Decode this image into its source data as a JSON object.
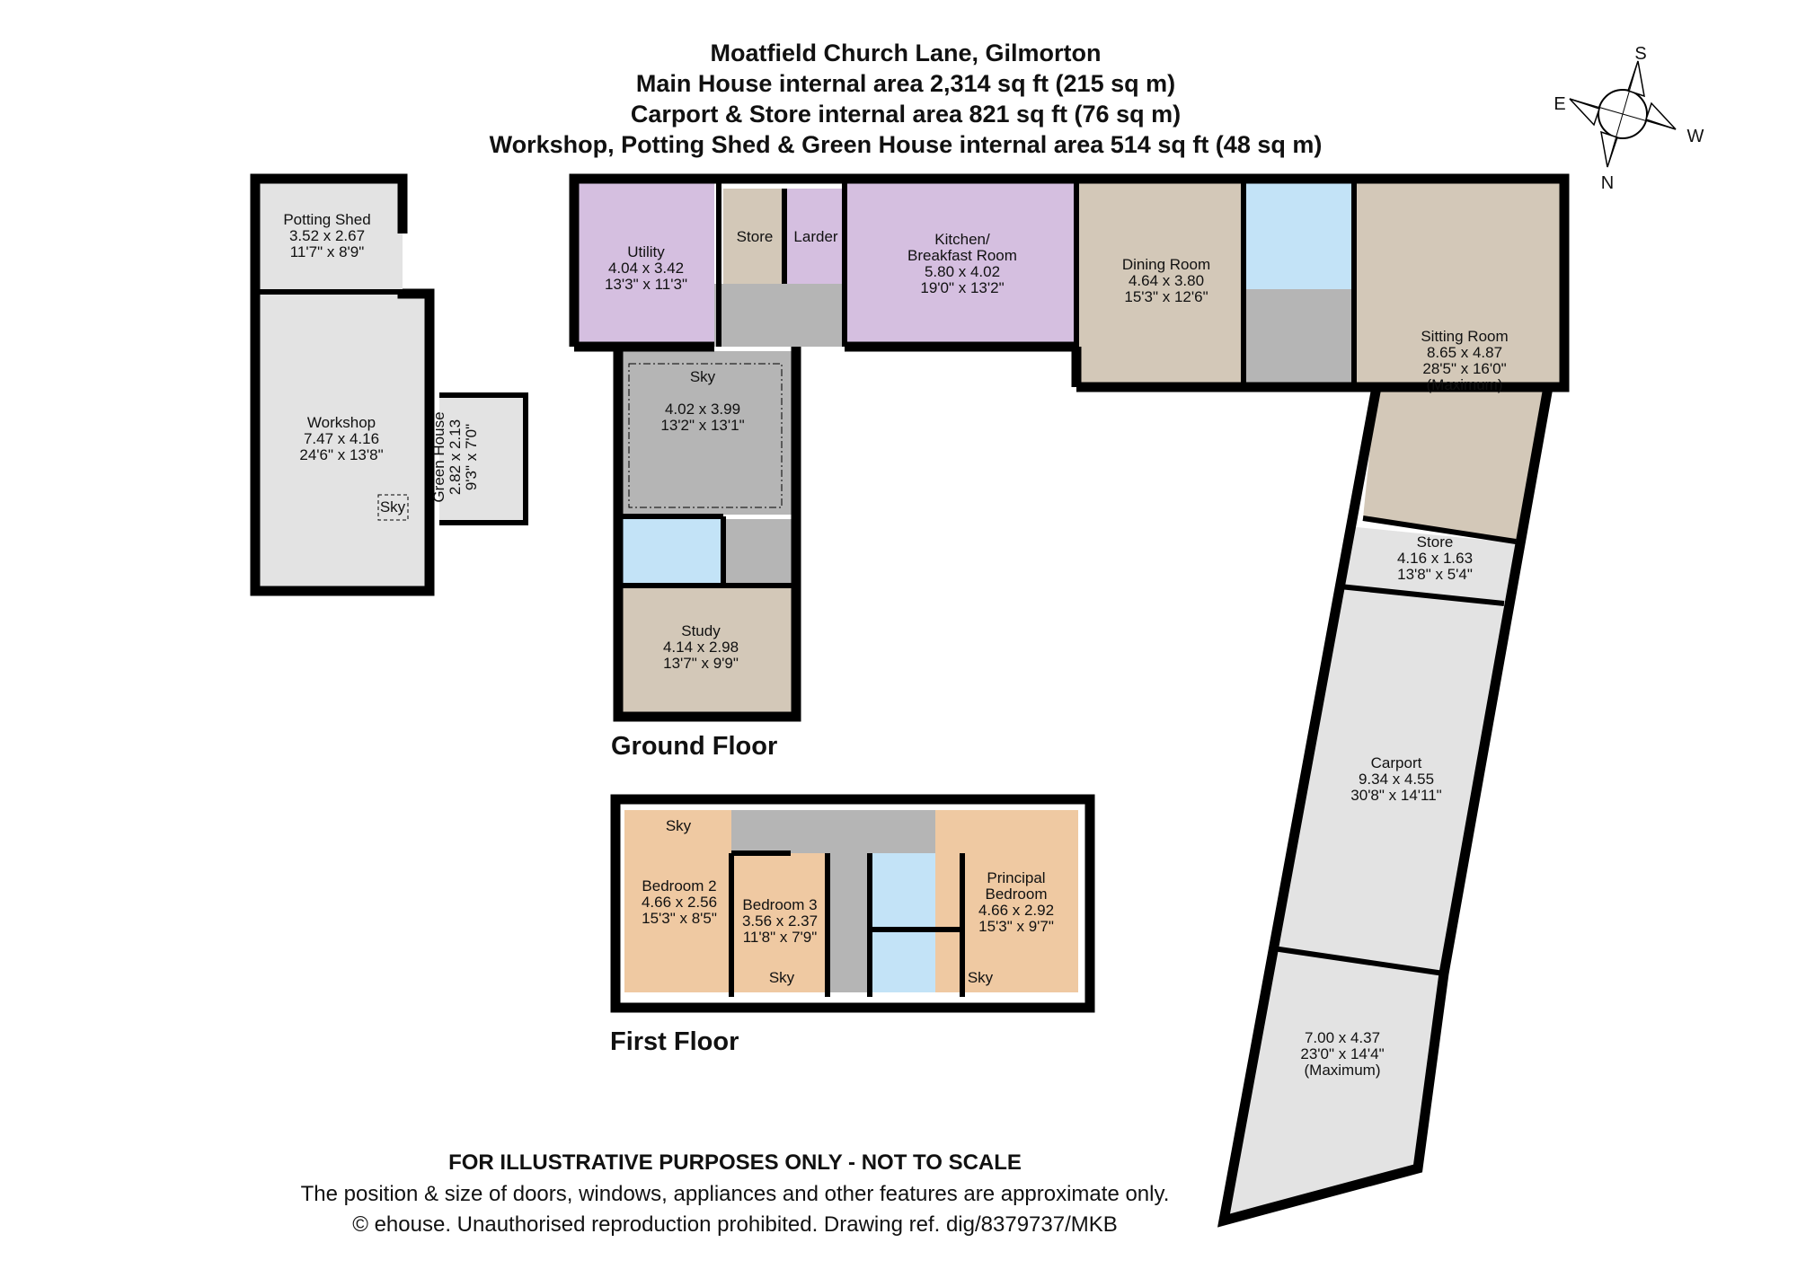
{
  "header": {
    "address": "Moatfield Church Lane, Gilmorton",
    "main_house_area": "Main House internal area 2,314 sq ft (215 sq m)",
    "carport_area": "Carport & Store internal area 821 sq ft (76 sq m)",
    "workshop_area": "Workshop, Potting Shed & Green House internal area 514 sq ft (48 sq m)"
  },
  "compass": {
    "s": "S",
    "e": "E",
    "w": "W",
    "n": "N"
  },
  "floors": {
    "ground": "Ground Floor",
    "first": "First Floor"
  },
  "colors": {
    "utility_kitchen": "#d5bfe0",
    "reception": "#d3c8b8",
    "bathroom": "#c3e3f7",
    "hall": "#b5b5b5",
    "outbuilding": "#e3e3e3",
    "bedroom": "#efc9a2"
  },
  "rooms": [
    {
      "id": "potting-shed",
      "lines": [
        "Potting Shed",
        "3.52 x 2.67",
        "11'7\" x 8'9\""
      ]
    },
    {
      "id": "workshop",
      "lines": [
        "Workshop",
        "7.47 x 4.16",
        "24'6\" x 13'8\""
      ]
    },
    {
      "id": "workshop-sky",
      "lines": [
        "Sky"
      ]
    },
    {
      "id": "green-house",
      "lines": [
        "Green House",
        "2.82 x 2.13",
        "9'3\" x 7'0\""
      ]
    },
    {
      "id": "utility",
      "lines": [
        "Utility",
        "4.04 x 3.42",
        "13'3\" x 11'3\""
      ]
    },
    {
      "id": "store",
      "lines": [
        "Store"
      ]
    },
    {
      "id": "larder",
      "lines": [
        "Larder"
      ]
    },
    {
      "id": "kitchen",
      "lines": [
        "Kitchen/",
        "Breakfast Room",
        "5.80 x 4.02",
        "19'0\" x 13'2\""
      ]
    },
    {
      "id": "dining-room",
      "lines": [
        "Dining Room",
        "4.64 x 3.80",
        "15'3\" x 12'6\""
      ]
    },
    {
      "id": "sitting-room",
      "lines": [
        "Sitting Room",
        "8.65 x 4.87",
        "28'5\" x 16'0\"",
        "(Maximum)"
      ]
    },
    {
      "id": "garden-room",
      "lines": [
        "Sky",
        "",
        "4.02 x 3.99",
        "13'2\" x 13'1\""
      ]
    },
    {
      "id": "study",
      "lines": [
        "Study",
        "4.14 x 2.98",
        "13'7\" x 9'9\""
      ]
    },
    {
      "id": "carport-store",
      "lines": [
        "Store",
        "4.16 x 1.63",
        "13'8\" x 5'4\""
      ]
    },
    {
      "id": "carport",
      "lines": [
        "Carport",
        "9.34 x 4.55",
        "30'8\" x 14'11\""
      ]
    },
    {
      "id": "carport-bay",
      "lines": [
        "7.00 x 4.37",
        "23'0\" x 14'4\"",
        "(Maximum)"
      ]
    },
    {
      "id": "bedroom-2",
      "lines": [
        "Bedroom 2",
        "4.66 x 2.56",
        "15'3\" x 8'5\""
      ]
    },
    {
      "id": "bedroom-2-sky",
      "lines": [
        "Sky"
      ]
    },
    {
      "id": "bedroom-3",
      "lines": [
        "Bedroom 3",
        "3.56 x 2.37",
        "11'8\" x 7'9\""
      ]
    },
    {
      "id": "bedroom-3-sky",
      "lines": [
        "Sky"
      ]
    },
    {
      "id": "principal-bedroom",
      "lines": [
        "Principal",
        "Bedroom",
        "4.66 x 2.92",
        "15'3\" x 9'7\""
      ]
    },
    {
      "id": "principal-sky",
      "lines": [
        "Sky"
      ]
    }
  ],
  "footer": {
    "disclaimer": "FOR ILLUSTRATIVE PURPOSES ONLY - NOT TO SCALE",
    "note": "The position & size of doors, windows, appliances and other features are approximate only.",
    "copyright": "© ehouse. Unauthorised reproduction prohibited. Drawing ref. dig/8379737/MKB"
  }
}
